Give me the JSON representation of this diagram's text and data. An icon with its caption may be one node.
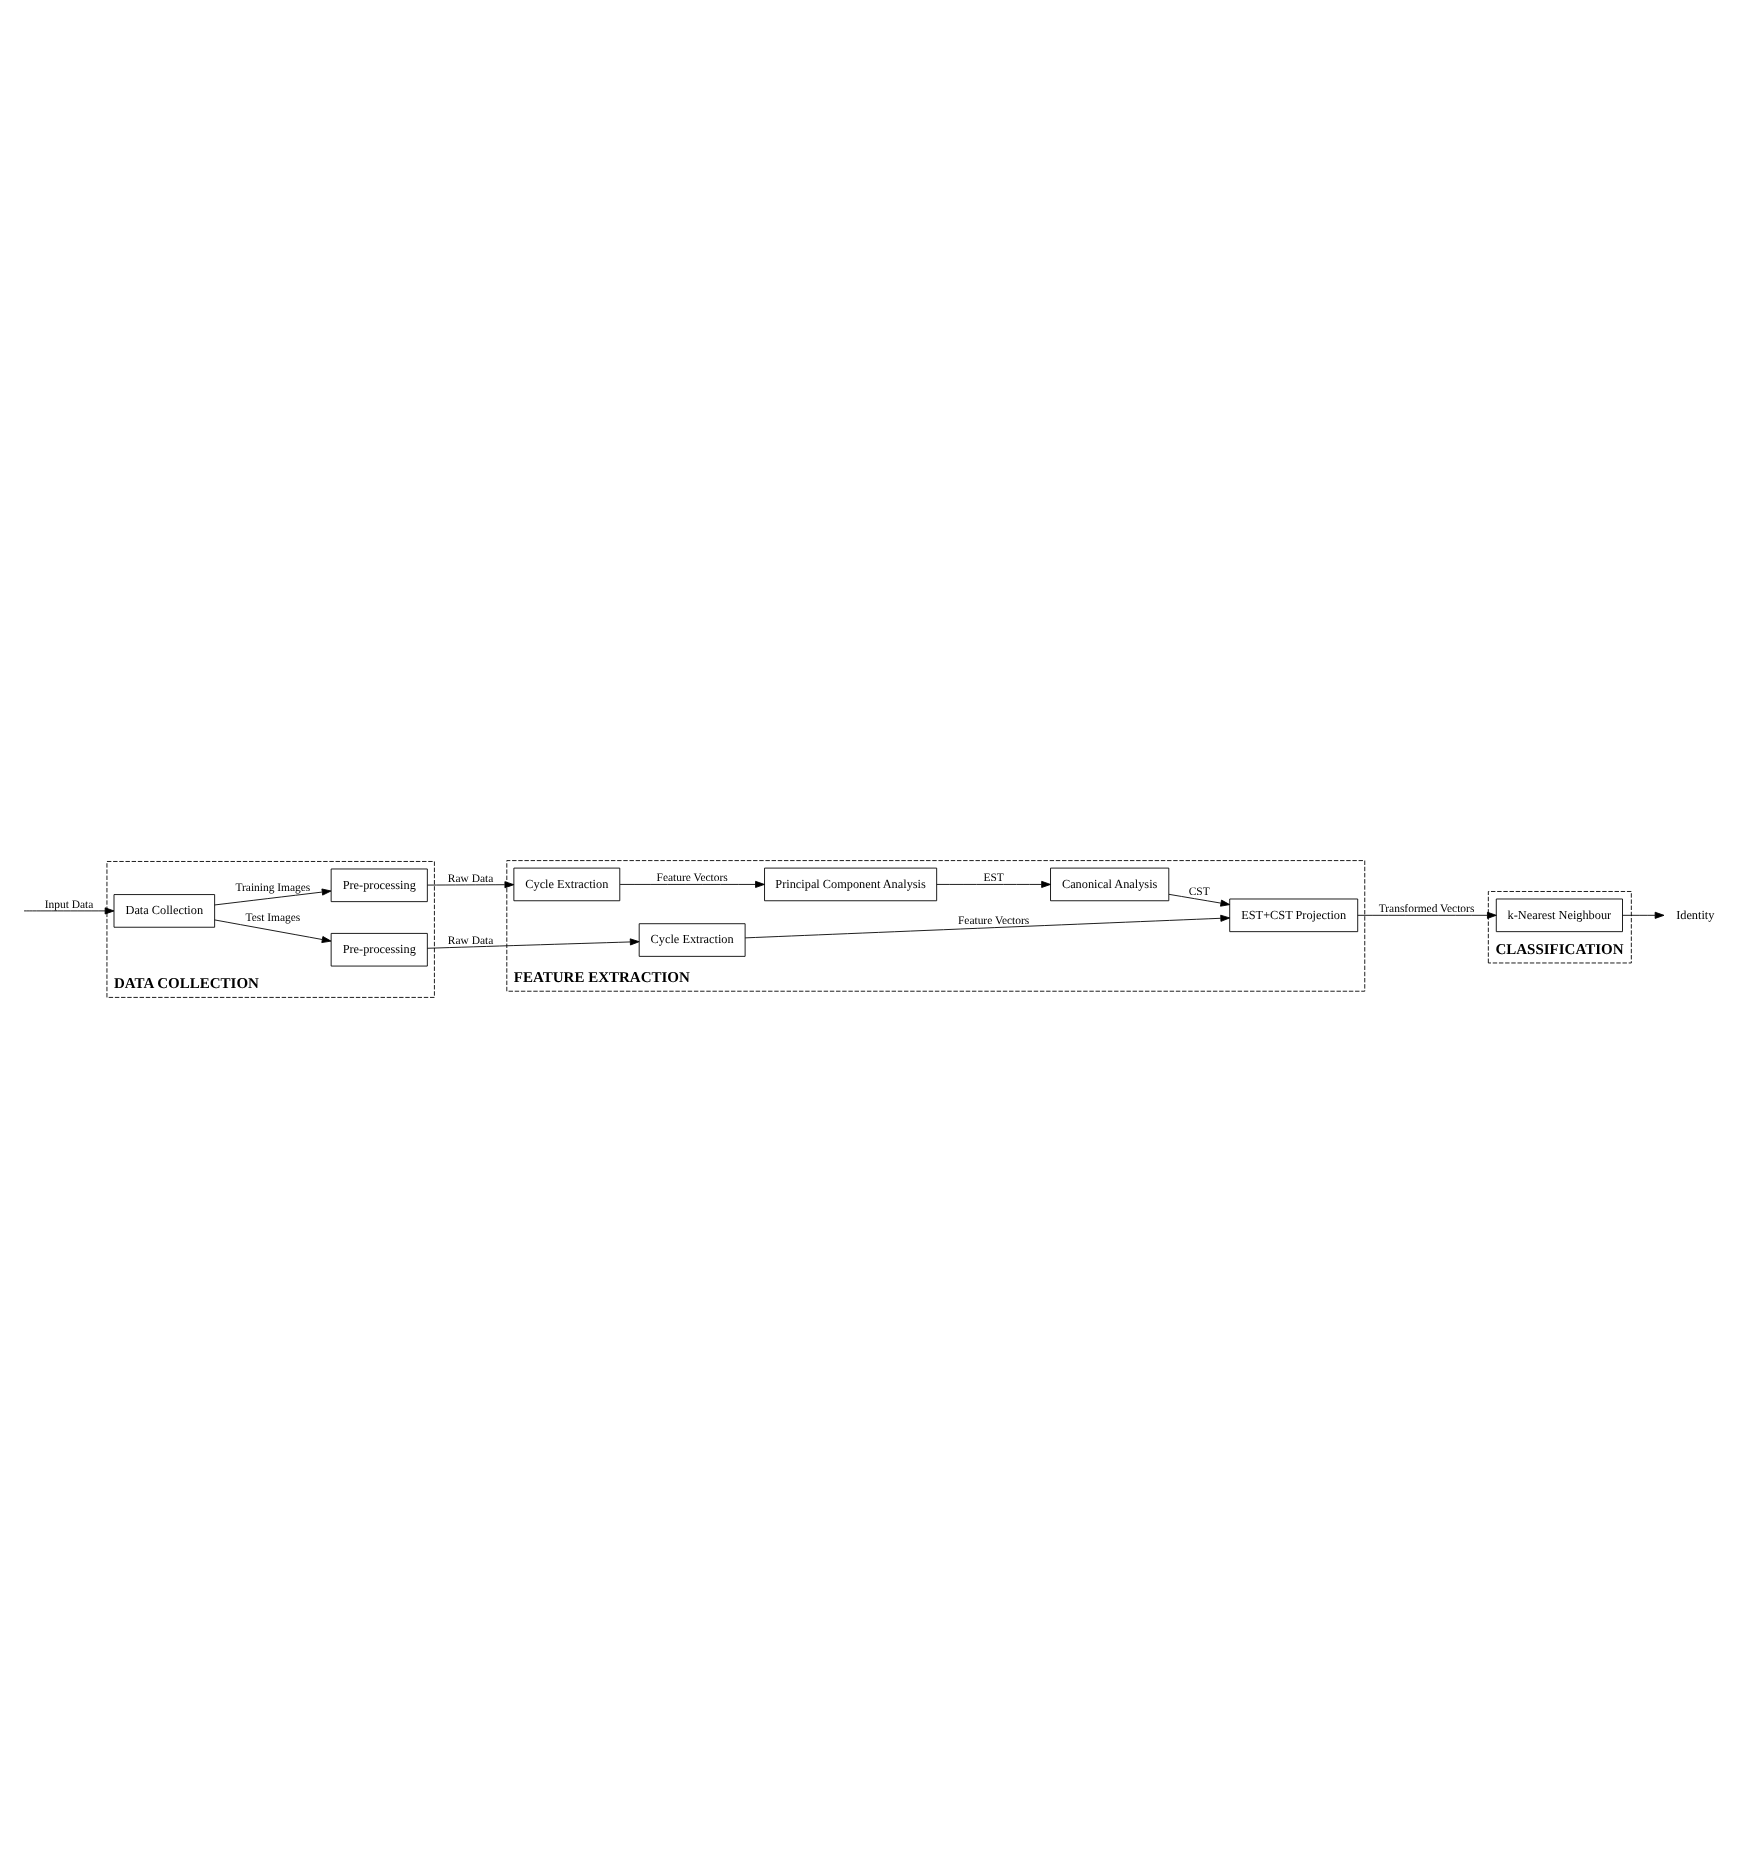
{
  "diagram": {
    "nodes": [
      {
        "text": [
          "DATA COLLECTION"
        ]
      },
      {
        "text": [
          "Pre-processing"
        ],
        "in": 0
      },
      {
        "text": [
          "Data Collection"
        ],
        "in": 0
      },
      {
        "text": [
          "Pre-processing"
        ],
        "in": 0
      },
      {
        "text": [
          "FEATURE EXTRACTION"
        ]
      },
      {
        "text": [
          "Cycle Extraction"
        ],
        "in": 4
      },
      {
        "text": [
          "Principal Component Analysis"
        ],
        "in": 4
      },
      {
        "text": [
          "Canonical Analysis"
        ],
        "in": 4
      },
      {
        "text": [
          "Cycle Extraction"
        ],
        "in": 4
      },
      {
        "text": [
          "EST+CST Projection"
        ],
        "in": 4
      },
      {
        "text": [
          "CLASSIFICATION"
        ]
      },
      {
        "text": [
          "k-Nearest Neighbour"
        ],
        "in": 10
      },
      {
        "text": [
          "Identity"
        ]
      }
    ],
    "edges": [
      {
        "from": null,
        "to": 2,
        "arrow": "to",
        "label": "Input Data"
      },
      {
        "from": 2,
        "to": 1,
        "arrow": "to",
        "label": "Training Images"
      },
      {
        "from": 2,
        "to": 3,
        "arrow": "to",
        "label": "Test Images"
      },
      {
        "from": 1,
        "to": 5,
        "arrow": "to",
        "label": "Raw Data"
      },
      {
        "from": 3,
        "to": 8,
        "arrow": "to",
        "label": "Raw Data"
      },
      {
        "from": 5,
        "to": 6,
        "arrow": "to",
        "label": "Feature Vectors"
      },
      {
        "from": 6,
        "to": 7,
        "arrow": "to",
        "label": "EST"
      },
      {
        "from": 7,
        "to": 9,
        "arrow": "to",
        "label": "CST"
      },
      {
        "from": 8,
        "to": 9,
        "arrow": "to",
        "label": "Feature Vectors"
      },
      {
        "from": 9,
        "to": 11,
        "arrow": "to",
        "label": "Transformed Vectors"
      },
      {
        "from": 11,
        "to": 12,
        "arrow": "to"
      }
    ]
  }
}
